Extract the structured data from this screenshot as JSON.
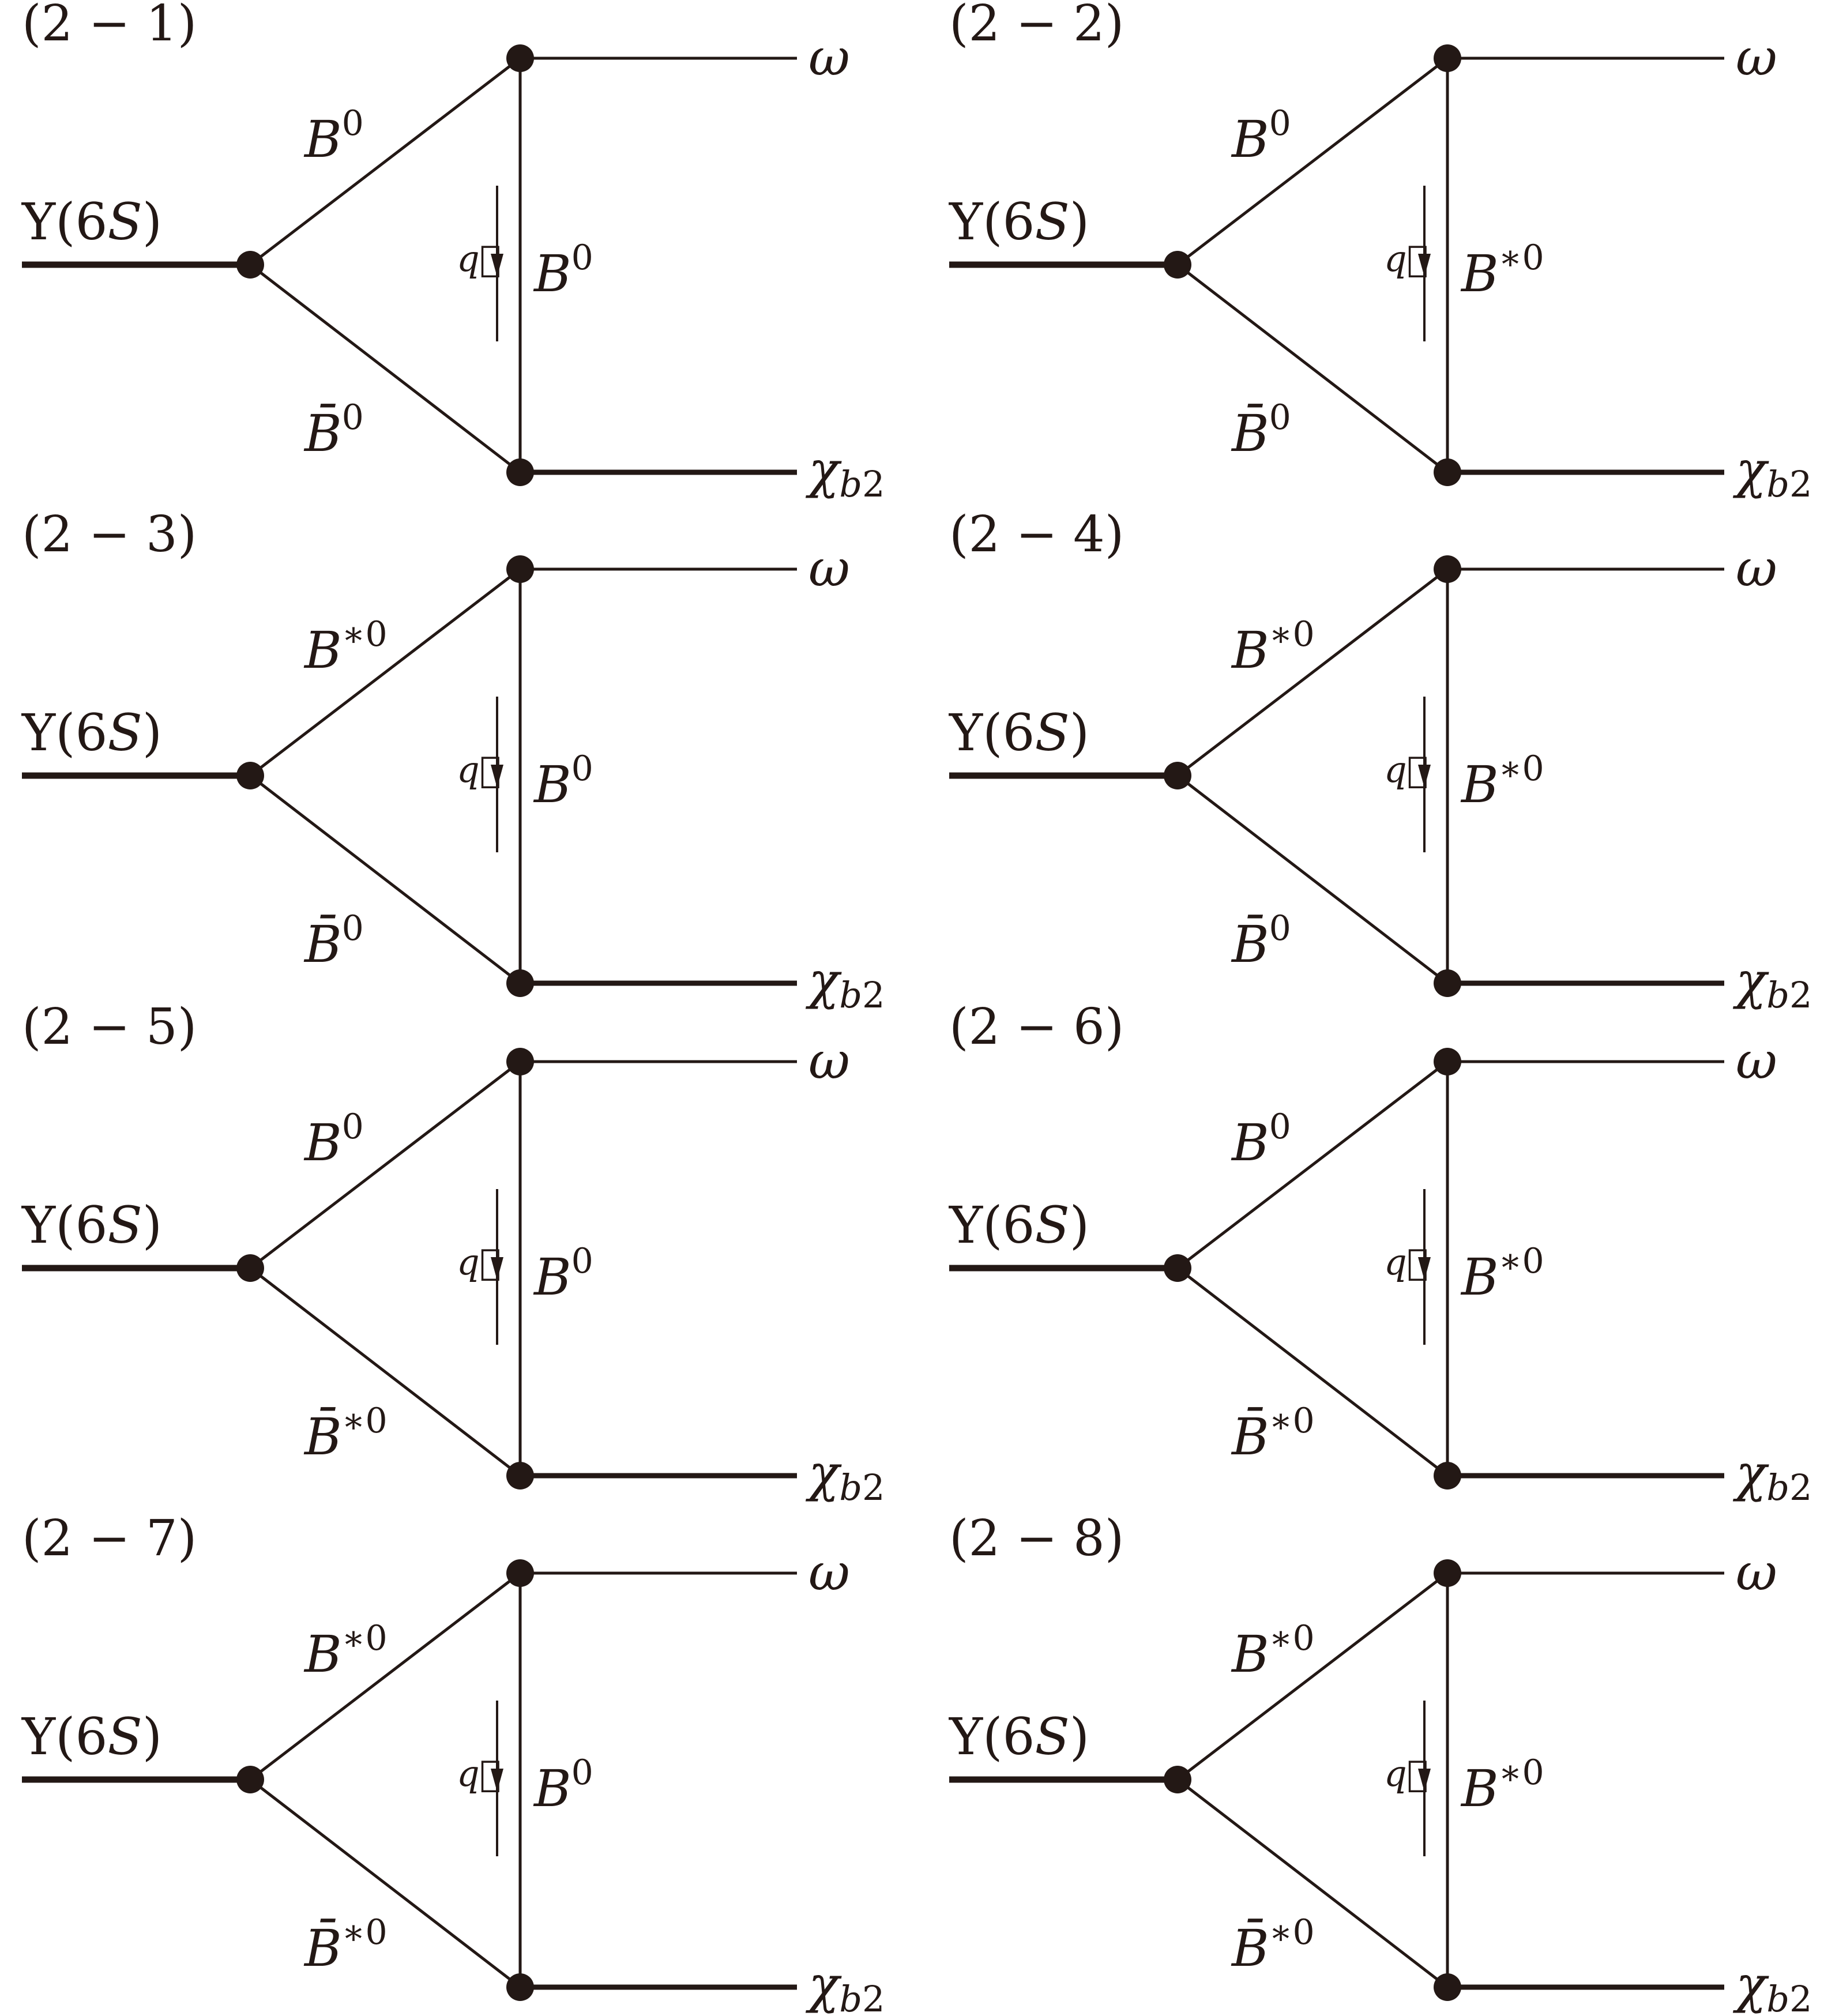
{
  "panels": [
    {
      "tag": "(2 − 1)",
      "upper_meson": "B",
      "upper_sup": "0",
      "lower_meson": "B̄",
      "lower_sup": "0",
      "exchanged_meson": "B",
      "exchanged_sup": "0"
    },
    {
      "tag": "(2 − 2)",
      "upper_meson": "B",
      "upper_sup": "0",
      "lower_meson": "B̄",
      "lower_sup": "0",
      "exchanged_meson": "B",
      "exchanged_sup": "∗0"
    },
    {
      "tag": "(2 − 3)",
      "upper_meson": "B",
      "upper_sup": "∗0",
      "lower_meson": "B̄",
      "lower_sup": "0",
      "exchanged_meson": "B",
      "exchanged_sup": "0"
    },
    {
      "tag": "(2 − 4)",
      "upper_meson": "B",
      "upper_sup": "∗0",
      "lower_meson": "B̄",
      "lower_sup": "0",
      "exchanged_meson": "B",
      "exchanged_sup": "∗0"
    },
    {
      "tag": "(2 − 5)",
      "upper_meson": "B",
      "upper_sup": "0",
      "lower_meson": "B̄",
      "lower_sup": "∗0",
      "exchanged_meson": "B",
      "exchanged_sup": "0"
    },
    {
      "tag": "(2 − 6)",
      "upper_meson": "B",
      "upper_sup": "0",
      "lower_meson": "B̄",
      "lower_sup": "∗0",
      "exchanged_meson": "B",
      "exchanged_sup": "∗0"
    },
    {
      "tag": "(2 − 7)",
      "upper_meson": "B",
      "upper_sup": "∗0",
      "lower_meson": "B̄",
      "lower_sup": "∗0",
      "exchanged_meson": "B",
      "exchanged_sup": "0"
    },
    {
      "tag": "(2 − 8)",
      "upper_meson": "B",
      "upper_sup": "∗0",
      "lower_meson": "B̄",
      "lower_sup": "∗0",
      "exchanged_meson": "B",
      "exchanged_sup": "∗0"
    }
  ],
  "initial_state": {
    "symbol": "Υ",
    "open": "(",
    "level": "6",
    "wave": "S",
    "close": ")"
  },
  "final_light": "ω",
  "final_heavy": {
    "symbol": "χ",
    "sub_flavor": "b",
    "sub_spin": "2"
  },
  "momentum_label": "q⃗",
  "colors": {
    "ink": "#231815",
    "background": "#ffffff"
  }
}
